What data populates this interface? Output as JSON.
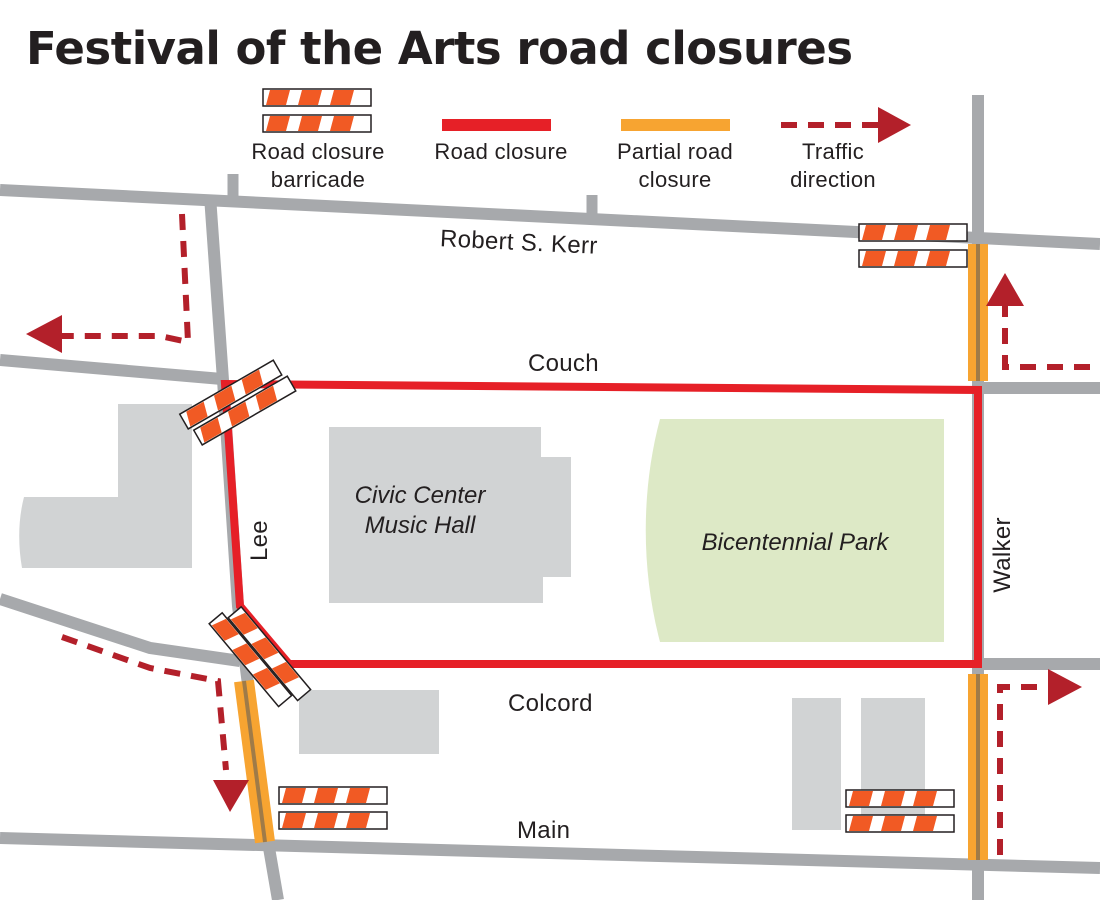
{
  "title": "Festival of the Arts road closures",
  "legend": {
    "barricade": "Road closure barricade",
    "closure": "Road closure",
    "partial": "Partial road closure",
    "traffic": "Traffic direction"
  },
  "streets": {
    "robert_s_kerr": "Robert S. Kerr",
    "couch": "Couch",
    "colcord": "Colcord",
    "main": "Main",
    "lee": "Lee",
    "walker": "Walker"
  },
  "places": {
    "music_hall": "Civic Center Music Hall",
    "park": "Bicentennial Park"
  },
  "colors": {
    "road": "#a7a9ac",
    "closure": "#e62027",
    "partial": "#f7a431",
    "barricade": "#f15a24",
    "traffic": "#b3202a",
    "building": "#d1d3d4",
    "park": "#dde9c6",
    "text": "#231f20"
  }
}
